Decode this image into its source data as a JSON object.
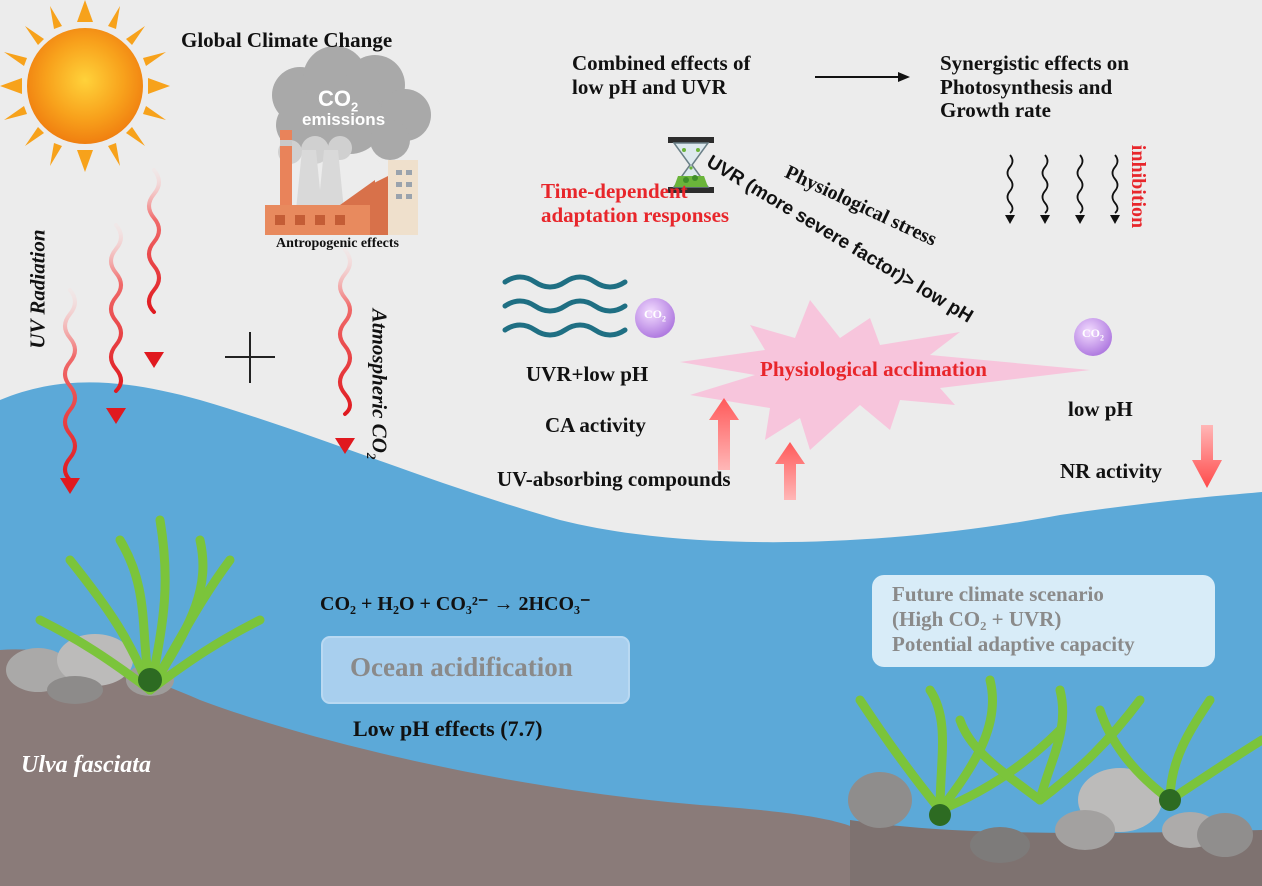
{
  "header": {
    "title": "Global Climate Change"
  },
  "factory": {
    "co2_label": "CO",
    "co2_sub": "2",
    "emissions_label": "emissions",
    "caption": "Antropogenic effects"
  },
  "left": {
    "uv_label": "UV Radiation",
    "plus": "+",
    "atm_label": "Atmospheric CO",
    "atm_sub": "2"
  },
  "combined": {
    "line1": "Combined effects of",
    "line2": "low pH and UVR"
  },
  "synergy": {
    "line1": "Synergistic effects on",
    "line2": "Photosynthesis and",
    "line3": "Growth rate"
  },
  "stress": {
    "physiological_stress": "Physiological stress",
    "uvr_factor": "UVR (more severe factor)> low pH",
    "inhibition": "inhibition"
  },
  "time_dependent": {
    "line1": "Time-dependent",
    "line2": "adaptation responses"
  },
  "co2_bubble": {
    "text": "CO",
    "sub": "2"
  },
  "acclimation": {
    "title": "Physiological acclimation",
    "left_title": "UVR+low pH",
    "ca_activity": "CA activity",
    "uv_compounds": "UV-absorbing compounds",
    "right_title": "low pH",
    "nr_activity": "NR activity"
  },
  "ocean": {
    "equation": "CO₂ + H₂O + CO₃²⁻ → 2HCO₃⁻",
    "acidification": "Ocean acidification",
    "low_ph_effects": "Low pH effects (7.7)"
  },
  "future": {
    "line1": "Future climate scenario",
    "line2": "(High CO₂ + UVR)",
    "line3": "Potential adaptive capacity"
  },
  "species": {
    "name": "Ulva fasciata"
  },
  "colors": {
    "sky": "#ededed",
    "ocean": "#5aa9d8",
    "seabed": "#8a7a78",
    "accent_red": "#e8262b",
    "acclimation_star": "#f8c6dc",
    "seaweed": "#7cc43a"
  }
}
